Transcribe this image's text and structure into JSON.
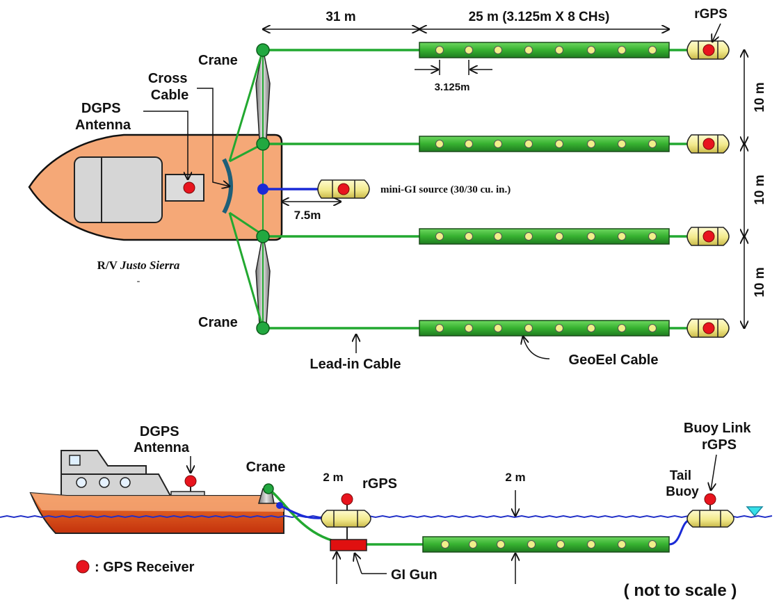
{
  "top": {
    "dim_lead": "31 m",
    "dim_streamer": "25 m (3.125m X 8 CHs)",
    "channel_spacing": "3.125m",
    "crane_top": "Crane",
    "crane_bottom": "Crane",
    "cross_cable": [
      "Cross",
      "Cable"
    ],
    "dgps": [
      "DGPS",
      "Antenna"
    ],
    "source_offset": "7.5m",
    "source_label": "mini-GI source (30/30 cu. in.)",
    "vessel_prefix": "R/V ",
    "vessel_name": "Justo Sierra",
    "vessel_dash": "-",
    "rgps": "rGPS",
    "spacing": [
      "10 m",
      "10 m",
      "10 m"
    ],
    "lead_in": "Lead-in Cable",
    "geoeel": "GeoEel Cable"
  },
  "bottom": {
    "dgps": [
      "DGPS",
      "Antenna"
    ],
    "crane": "Crane",
    "depth_gun": "2 m",
    "rgps": "rGPS",
    "depth_streamer": "2 m",
    "tail_buoy": [
      "Tail",
      "Buoy"
    ],
    "buoy_link": [
      "Buoy Link",
      "rGPS"
    ],
    "gi_gun": "GI Gun",
    "legend": ": GPS Receiver",
    "note": "( not to scale )"
  },
  "colors": {
    "cable": "#22a830",
    "streamer": "#3cb83c",
    "node": "#f0f08a",
    "gps": "#e8141e",
    "hull_top": "#f5a877",
    "buoy": "#f2ec9a",
    "water": "#2230c8",
    "gun": "#e01010"
  }
}
